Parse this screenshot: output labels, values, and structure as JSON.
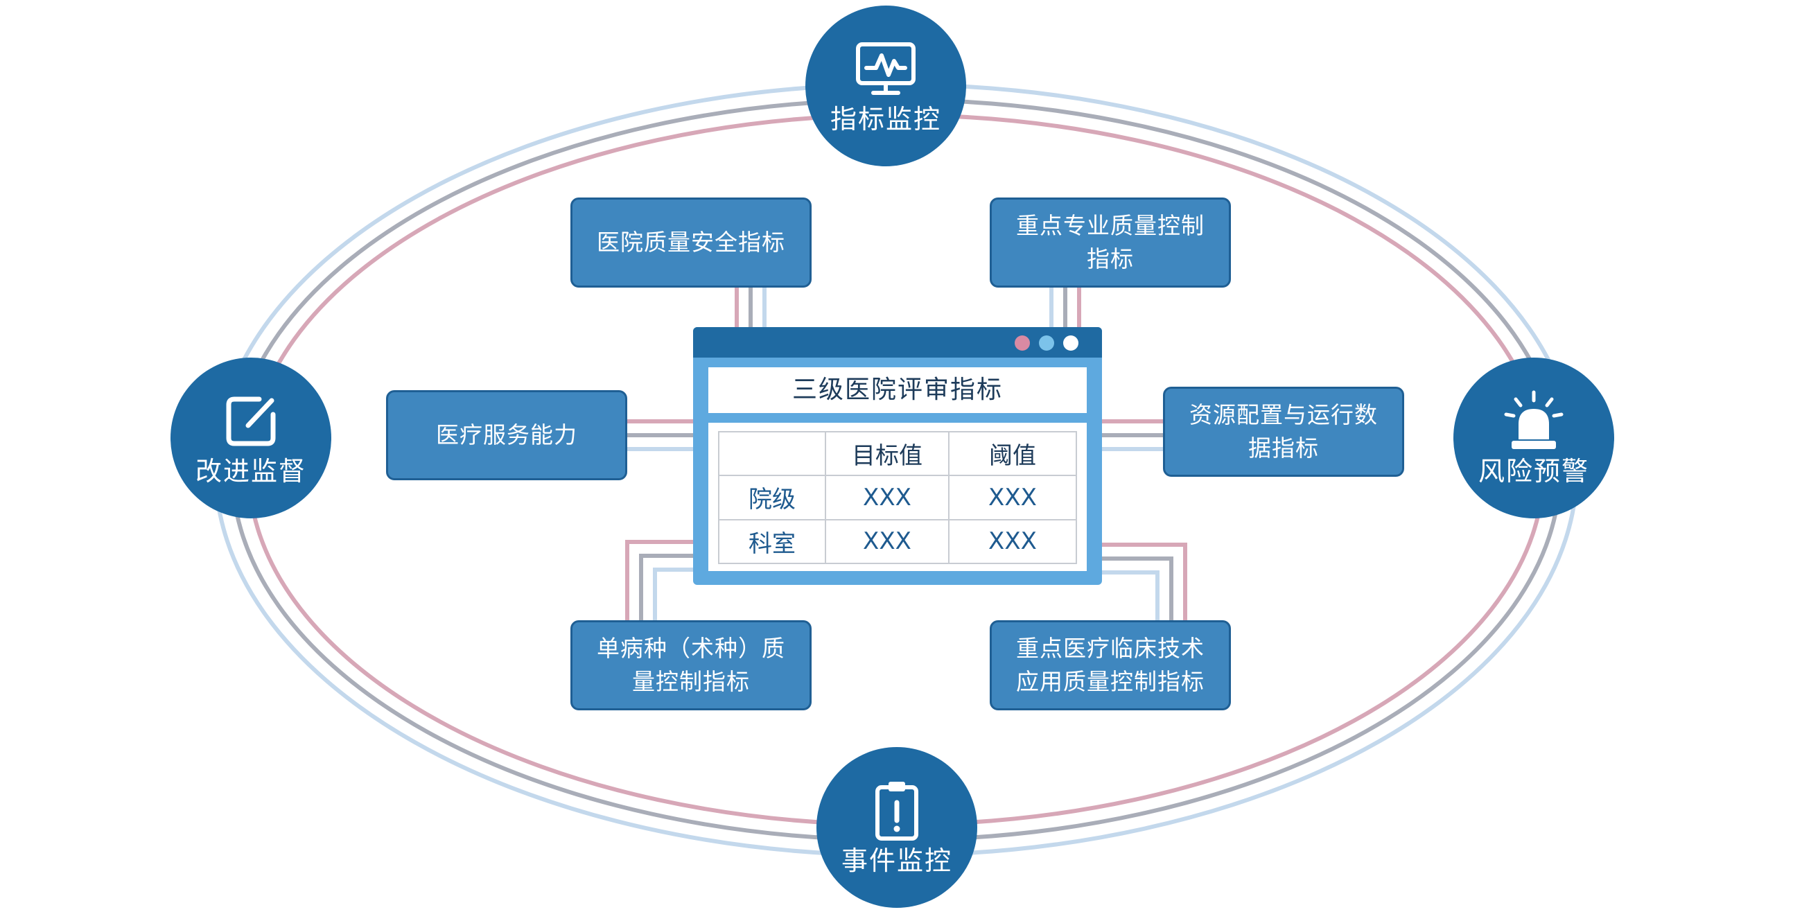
{
  "center": {
    "title": "三级医院评审指标",
    "columns": [
      "",
      "目标值",
      "阈值"
    ],
    "rows": [
      {
        "label": "院级",
        "target": "XXX",
        "threshold": "XXX"
      },
      {
        "label": "科室",
        "target": "XXX",
        "threshold": "XXX"
      }
    ],
    "window_dot_colors": [
      "#d98aa3",
      "#7cc3ea",
      "#ffffff"
    ]
  },
  "hubs": {
    "top": {
      "label": "指标监控",
      "icon": "monitor-pulse-icon"
    },
    "left": {
      "label": "改进监督",
      "icon": "edit-icon"
    },
    "right": {
      "label": "风险预警",
      "icon": "alarm-light-icon"
    },
    "bottom": {
      "label": "事件监控",
      "icon": "clipboard-alert-icon"
    }
  },
  "boxes": {
    "top_left": "医院质量安全指标",
    "top_right": "重点专业质量控制指标",
    "mid_left": "医疗服务能力",
    "mid_right": "资源配置与运行数据指标",
    "bottom_left": "单病种（术种）质量控制指标",
    "bottom_right": "重点医疗临床技术应用质量控制指标"
  },
  "colors": {
    "hub": "#1e6aa3",
    "box": "#3f87bf",
    "ring_outer": "#c3d8ec",
    "ring_middle": "#a9adb8",
    "ring_inner": "#d7a7b7"
  }
}
